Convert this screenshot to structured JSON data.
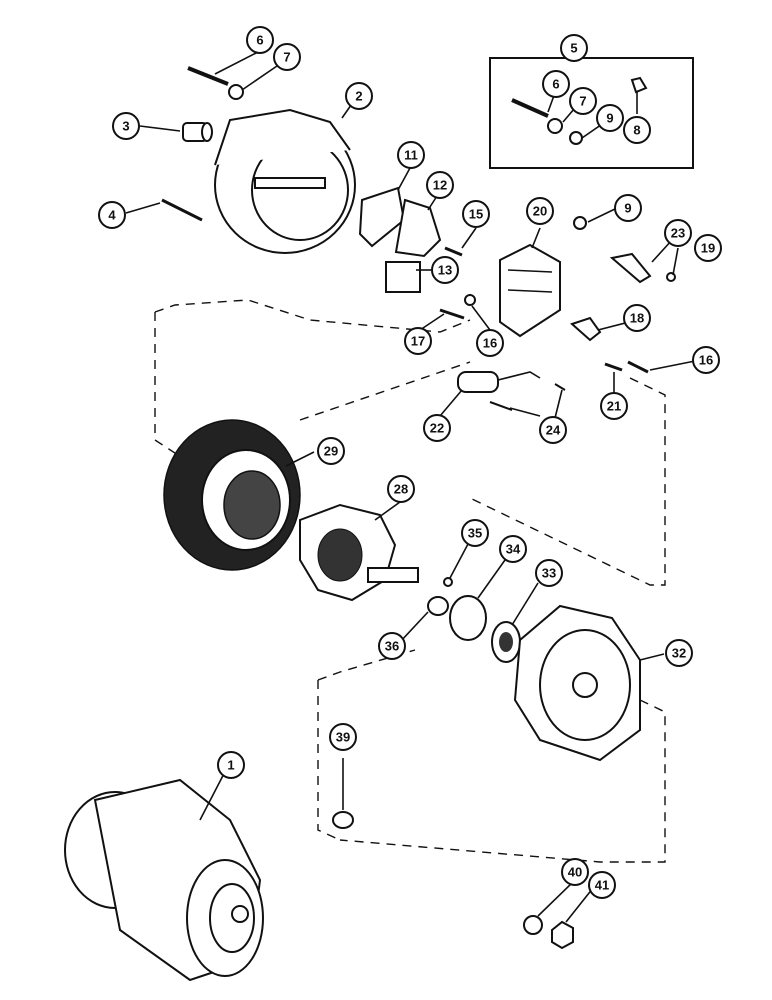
{
  "callouts": [
    {
      "id": "c1",
      "label": "1"
    },
    {
      "id": "c2",
      "label": "2"
    },
    {
      "id": "c3",
      "label": "3"
    },
    {
      "id": "c4",
      "label": "4"
    },
    {
      "id": "c5",
      "label": "5"
    },
    {
      "id": "c6a",
      "label": "6"
    },
    {
      "id": "c6b",
      "label": "6"
    },
    {
      "id": "c7a",
      "label": "7"
    },
    {
      "id": "c7b",
      "label": "7"
    },
    {
      "id": "c8",
      "label": "8"
    },
    {
      "id": "c9a",
      "label": "9"
    },
    {
      "id": "c9b",
      "label": "9"
    },
    {
      "id": "c11",
      "label": "11"
    },
    {
      "id": "c12",
      "label": "12"
    },
    {
      "id": "c13",
      "label": "13"
    },
    {
      "id": "c15",
      "label": "15"
    },
    {
      "id": "c16a",
      "label": "16"
    },
    {
      "id": "c16b",
      "label": "16"
    },
    {
      "id": "c17",
      "label": "17"
    },
    {
      "id": "c18",
      "label": "18"
    },
    {
      "id": "c19",
      "label": "19"
    },
    {
      "id": "c20",
      "label": "20"
    },
    {
      "id": "c21",
      "label": "21"
    },
    {
      "id": "c22",
      "label": "22"
    },
    {
      "id": "c23",
      "label": "23"
    },
    {
      "id": "c24",
      "label": "24"
    },
    {
      "id": "c28",
      "label": "28"
    },
    {
      "id": "c29",
      "label": "29"
    },
    {
      "id": "c32",
      "label": "32"
    },
    {
      "id": "c33",
      "label": "33"
    },
    {
      "id": "c34",
      "label": "34"
    },
    {
      "id": "c35",
      "label": "35"
    },
    {
      "id": "c36",
      "label": "36"
    },
    {
      "id": "c39",
      "label": "39"
    },
    {
      "id": "c40",
      "label": "40"
    },
    {
      "id": "c41",
      "label": "41"
    }
  ]
}
